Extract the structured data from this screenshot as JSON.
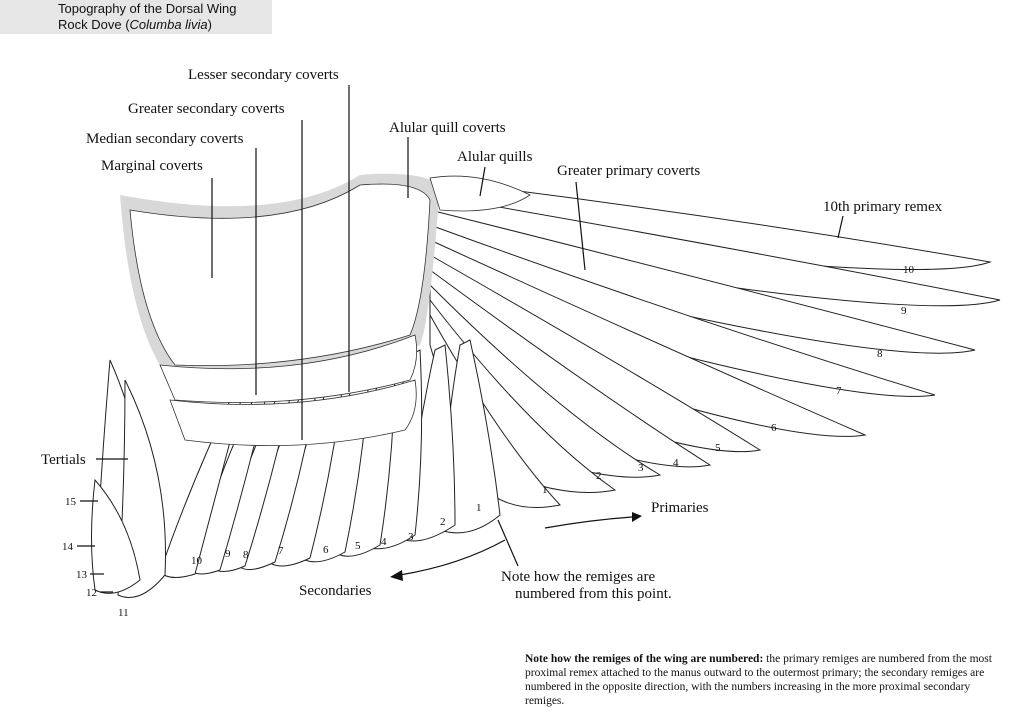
{
  "header": {
    "title": "Topography of the Dorsal Wing",
    "subtitle_prefix": "Rock Dove (",
    "subtitle_species": "Columba livia",
    "subtitle_suffix": ")"
  },
  "labels": {
    "lesser_secondary_coverts": "Lesser secondary coverts",
    "greater_secondary_coverts": "Greater secondary coverts",
    "median_secondary_coverts": "Median secondary coverts",
    "marginal_coverts": "Marginal coverts",
    "alular_quill_coverts": "Alular quill coverts",
    "alular_quills": "Alular quills",
    "greater_primary_coverts": "Greater primary coverts",
    "tenth_primary_remex": "10th primary remex",
    "tertials": "Tertials",
    "primaries": "Primaries",
    "secondaries": "Secondaries",
    "note_line1": "Note how the remiges are",
    "note_line2": "numbered from this point."
  },
  "primary_numbers": [
    "1",
    "2",
    "3",
    "4",
    "5",
    "6",
    "7",
    "8",
    "9",
    "10"
  ],
  "secondary_numbers": [
    "1",
    "2",
    "3",
    "4",
    "5",
    "6",
    "7",
    "8",
    "9",
    "10"
  ],
  "side_numbers": [
    "15",
    "14",
    "13",
    "12",
    "11"
  ],
  "footnote": {
    "bold": "Note how the remiges of the wing are numbered:",
    "text": " the primary remiges are numbered from the most proximal remex attached to the manus outward to the outermost primary; the secondary remiges are numbered in the opposite direction, with the numbers increasing in the more proximal secondary remiges."
  }
}
